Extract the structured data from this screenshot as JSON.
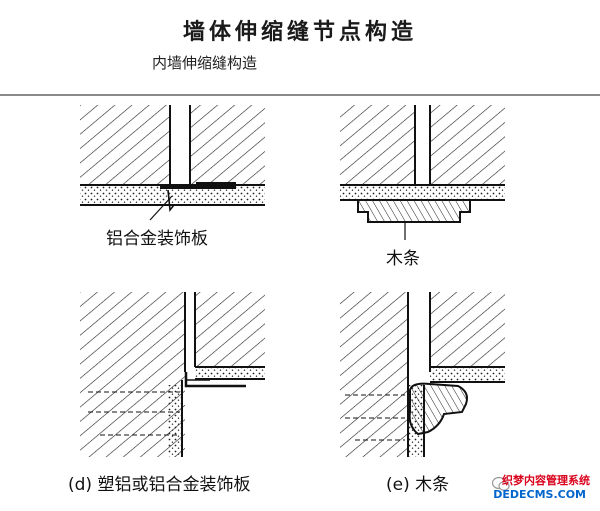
{
  "header": {
    "title": "墙体伸缩缝节点构造",
    "subtitle": "内墙伸缩缝构造"
  },
  "labels": {
    "panel_a": "铝合金装饰板",
    "panel_b": "木条",
    "panel_c": "(d) 塑铝或铝合金装饰板",
    "panel_d": "(e) 木条"
  },
  "watermark": {
    "line1": "织梦内容管理系统",
    "line2": "DEDECMS.COM",
    "icon": "wechat-icon"
  },
  "colors": {
    "ink": "#111111",
    "watermark_red": "#d9001b",
    "watermark_blue": "#0066cc"
  }
}
